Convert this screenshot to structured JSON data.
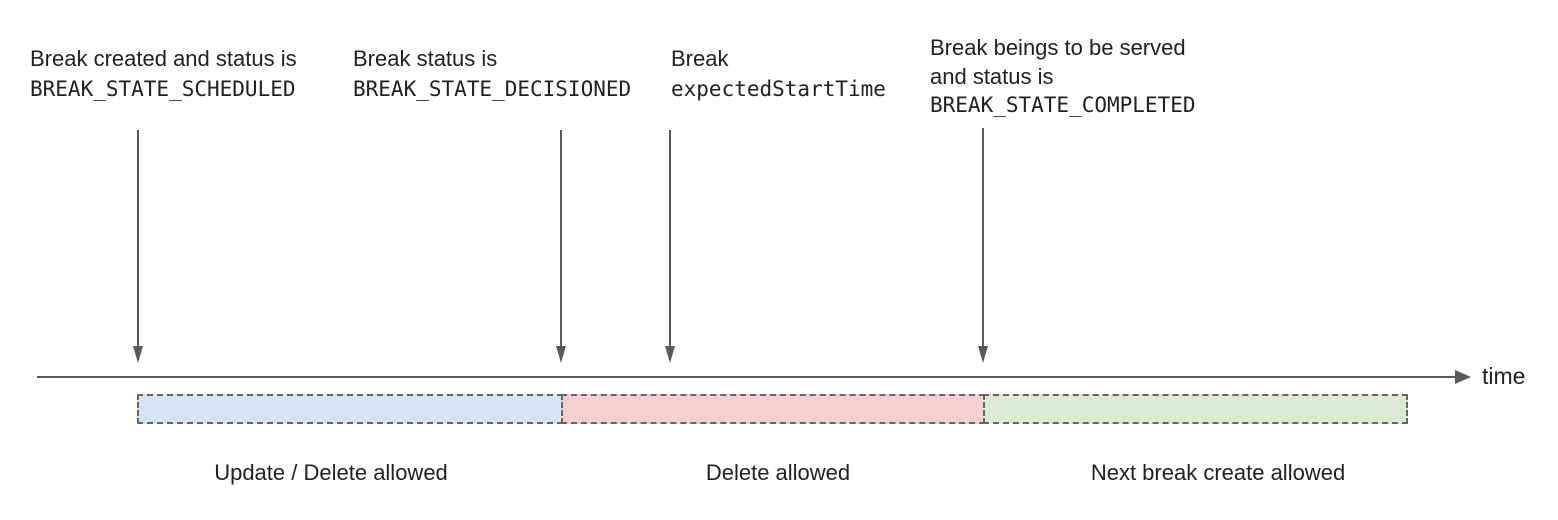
{
  "annotations": [
    {
      "lines": [
        {
          "text": "Break created and status is",
          "mono": false
        },
        {
          "text": "BREAK_STATE_SCHEDULED",
          "mono": true
        }
      ]
    },
    {
      "lines": [
        {
          "text": "Break status is",
          "mono": false
        },
        {
          "text": "BREAK_STATE_DECISIONED",
          "mono": true
        }
      ]
    },
    {
      "lines": [
        {
          "text": "Break",
          "mono": false
        },
        {
          "text": "expectedStartTime",
          "mono": true
        }
      ]
    },
    {
      "lines": [
        {
          "text": "Break beings to be served",
          "mono": false
        },
        {
          "text": "and status is",
          "mono": false
        },
        {
          "text": "BREAK_STATE_COMPLETED",
          "mono": true
        }
      ]
    }
  ],
  "timeline": {
    "label": "time",
    "axis_color": "#595959"
  },
  "segments": [
    {
      "label": "Update / Delete allowed",
      "color": "#d7e4f4"
    },
    {
      "label": "Delete allowed",
      "color": "#f5cfcf"
    },
    {
      "label": "Next break create allowed",
      "color": "#dbead3"
    }
  ],
  "styles": {
    "segment_border_color": "#666666",
    "text_color": "#212121"
  }
}
